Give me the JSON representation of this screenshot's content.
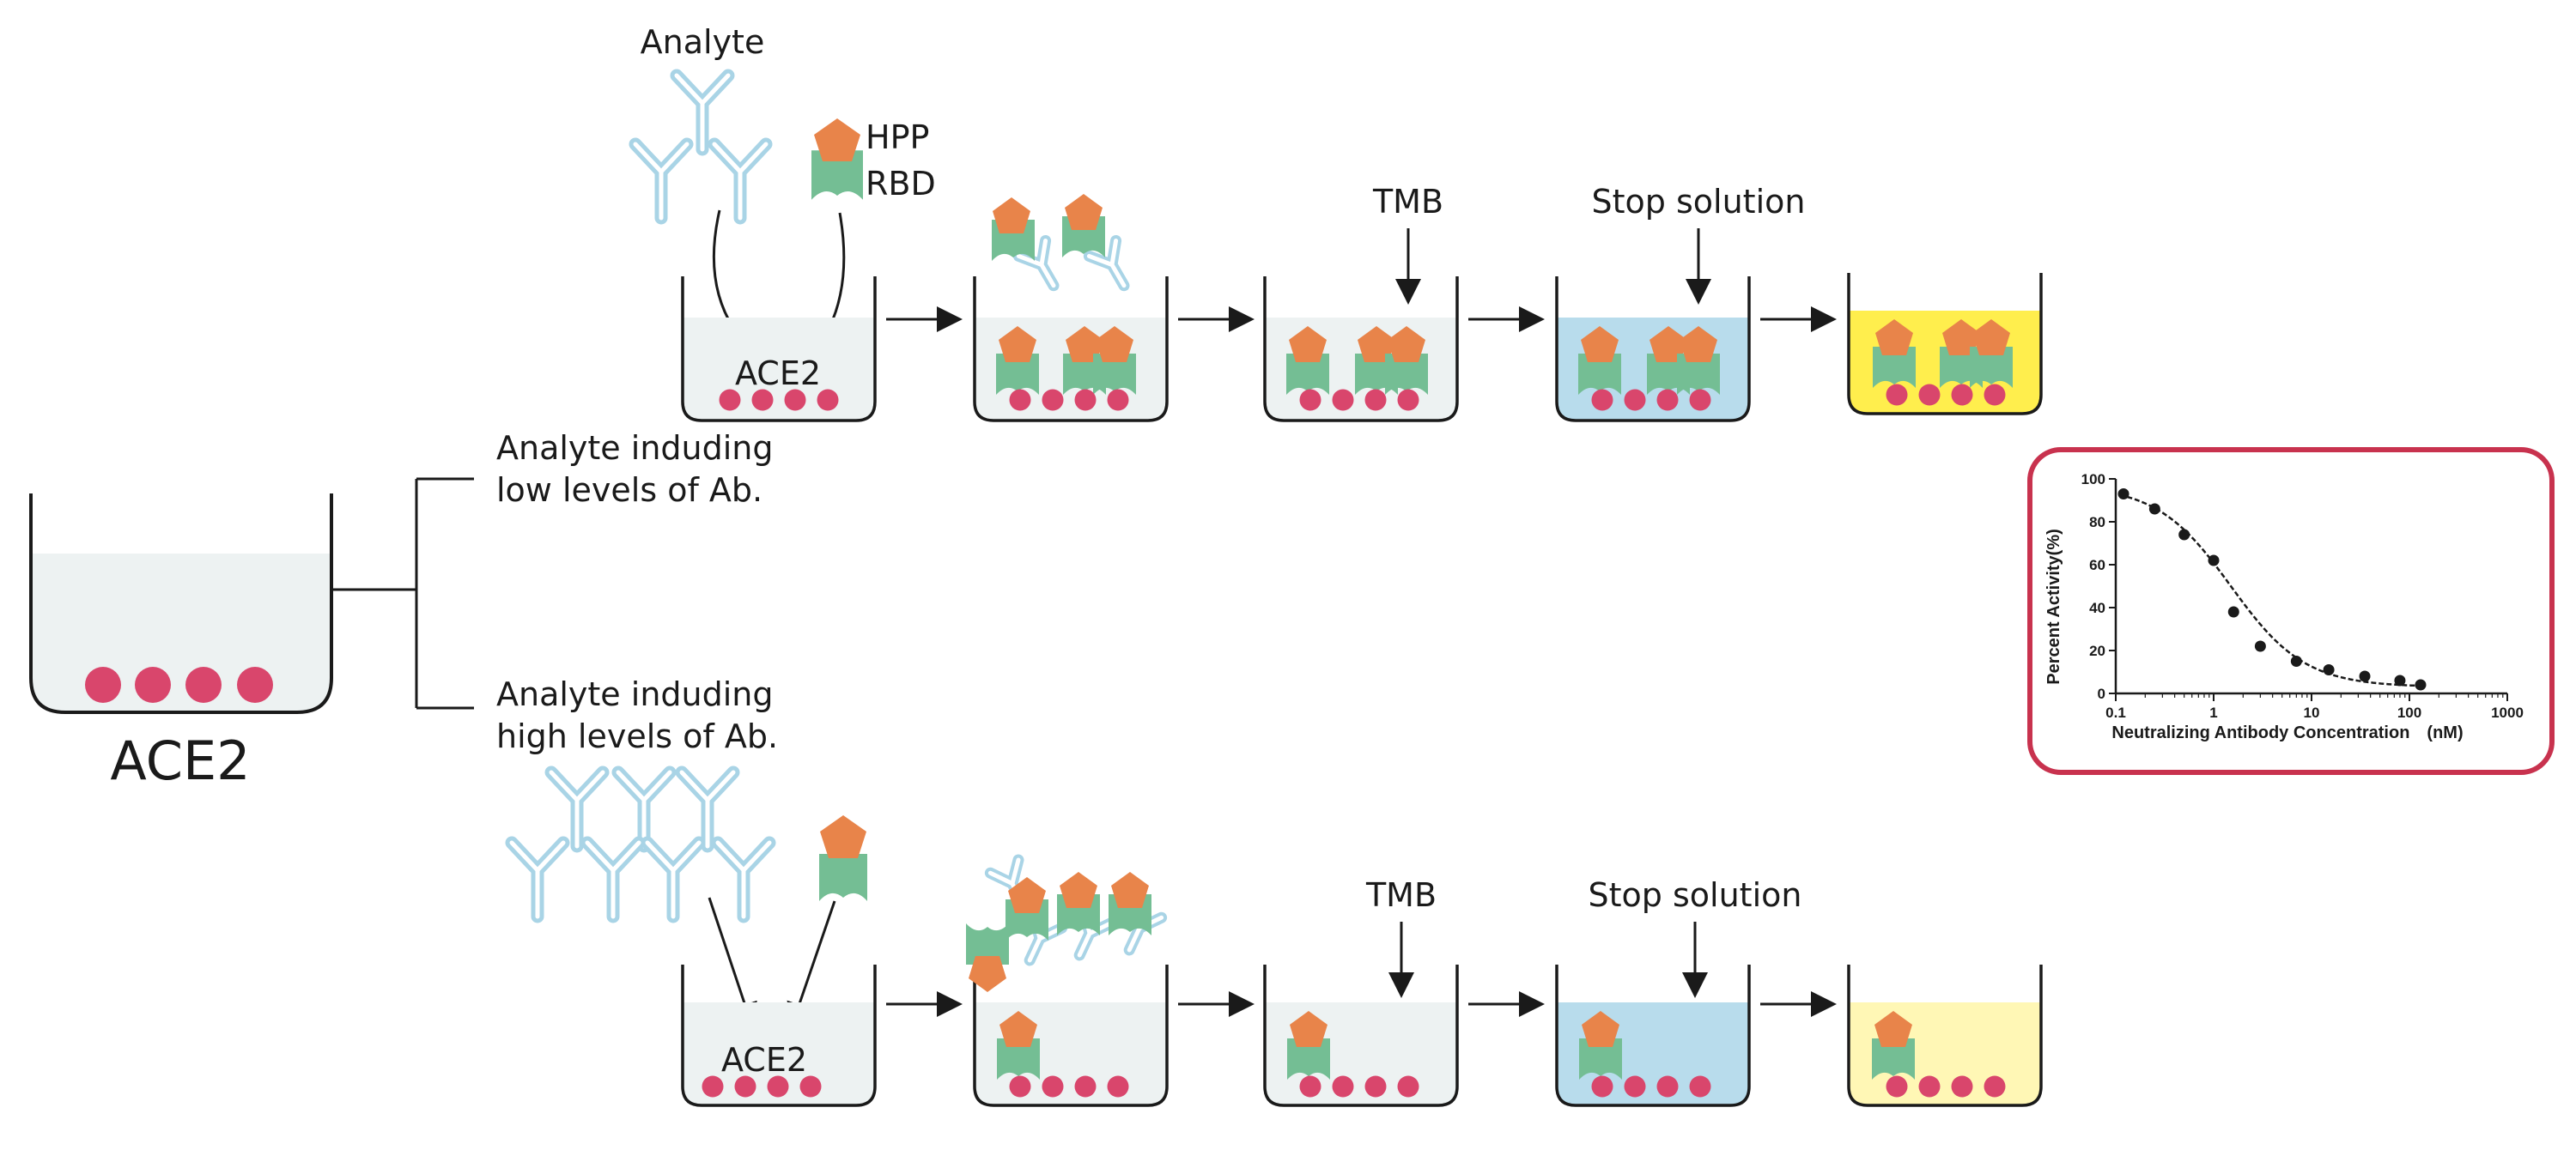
{
  "labels": {
    "analyte": "Analyte",
    "hpp": "HPP",
    "rbd": "RBD",
    "ace2_top": "ACE2",
    "ace2_bottom": "ACE2",
    "ace2_main": "ACE2",
    "tmb_top": "TMB",
    "tmb_bottom": "TMB",
    "stop_top": "Stop solution",
    "stop_bottom": "Stop solution",
    "low_line1": "Analyte induding",
    "low_line2": "low levels of Ab.",
    "high_line1": "Analyte induding",
    "high_line2": "high levels of Ab."
  },
  "colors": {
    "hpp": "#E8844A",
    "rbd": "#74BE94",
    "antibody": "#A9D4E6",
    "ace2_dot": "#D9466C",
    "well_liquid": "#EDF2F2",
    "tmb_blue": "#B8DCEC",
    "stop_yellow_strong": "#FFEE4D",
    "stop_yellow_weak": "#FFF7B5",
    "chart_border": "#C8324E"
  },
  "chart_data": {
    "type": "scatter",
    "title": "",
    "xlabel": "Neutralizing Antibody Concentration　(nM)",
    "ylabel": "Percent Activity(%)",
    "xscale": "log",
    "xlim": [
      0.1,
      1000
    ],
    "ylim": [
      0,
      100
    ],
    "x_ticks": [
      "0.1",
      "1",
      "10",
      "100",
      "1000"
    ],
    "y_ticks": [
      "0",
      "20",
      "40",
      "60",
      "80",
      "100"
    ],
    "points": {
      "x": [
        0.12,
        0.25,
        0.5,
        1.0,
        1.6,
        3.0,
        7.0,
        15,
        35,
        80,
        130
      ],
      "y": [
        93,
        86,
        74,
        62,
        38,
        22,
        15,
        11,
        8,
        6,
        4
      ]
    },
    "fit_curve": true
  }
}
